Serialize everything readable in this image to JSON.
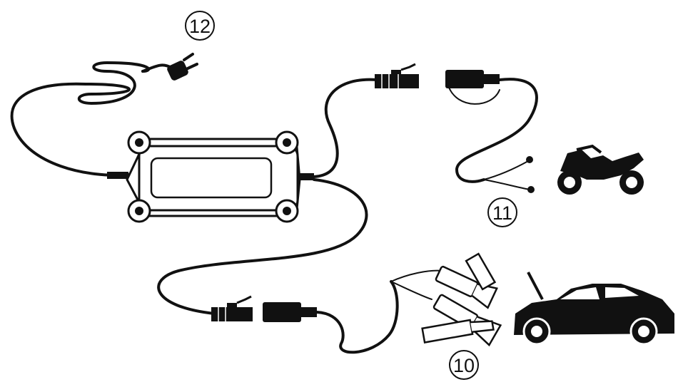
{
  "callouts": {
    "c10": "10",
    "c11": "11",
    "c12": "12"
  },
  "icons": {
    "plug": "mains-plug-icon",
    "charger": "charger-unit-icon",
    "motorcycle": "motorcycle-icon",
    "car": "car-icon",
    "clamps": "battery-clamp-icon"
  },
  "colors": {
    "ink": "#111111",
    "paper": "#ffffff"
  }
}
